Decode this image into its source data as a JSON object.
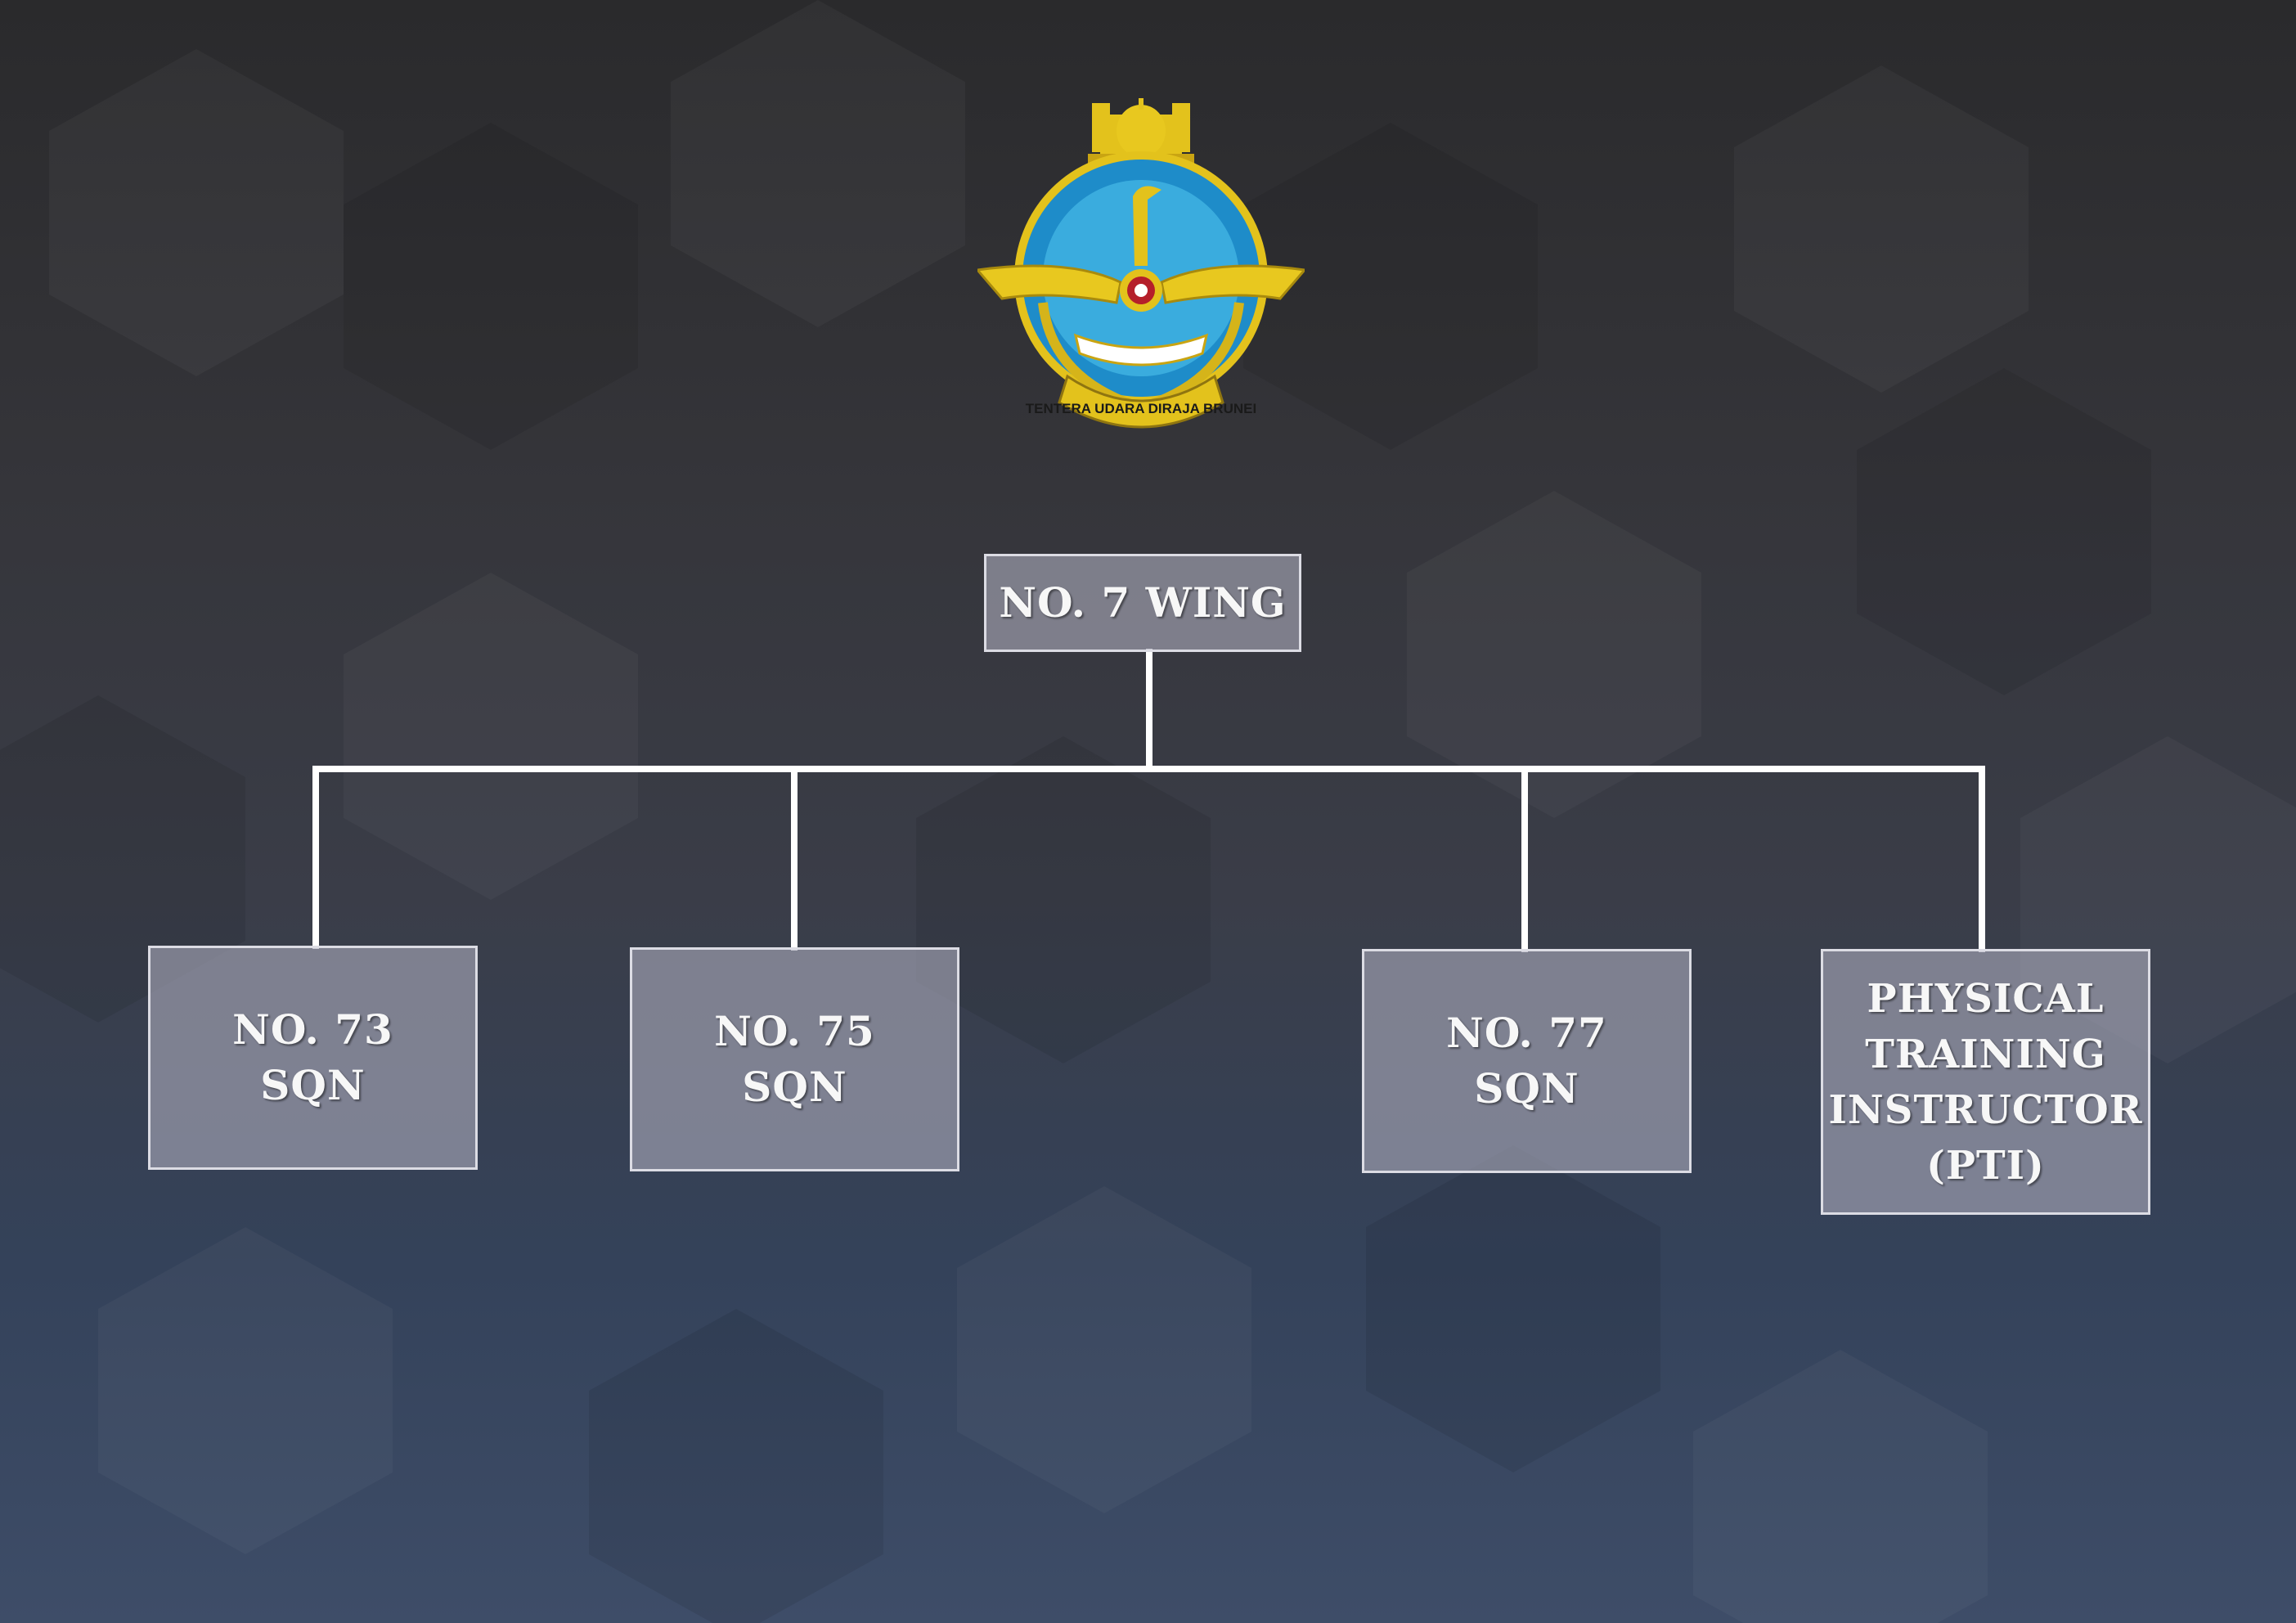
{
  "emblem": {
    "name": "royal-brunei-air-force-emblem",
    "motto_text": "TENTERA UDARA DIRAJA BRUNEI"
  },
  "org_chart": {
    "root": {
      "label": "NO. 7 WING"
    },
    "children": [
      {
        "label": "NO. 73\nSQN"
      },
      {
        "label": "NO. 75\nSQN"
      },
      {
        "label": "NO. 77\nSQN"
      },
      {
        "label": "PHYSICAL\nTRAINING\nINSTRUCTOR\n(PTI)"
      }
    ]
  },
  "colors": {
    "node_fill": "#a7a7b6",
    "node_border": "#dcdce4",
    "connector": "#ffffff",
    "text": "#f7f7f7"
  }
}
